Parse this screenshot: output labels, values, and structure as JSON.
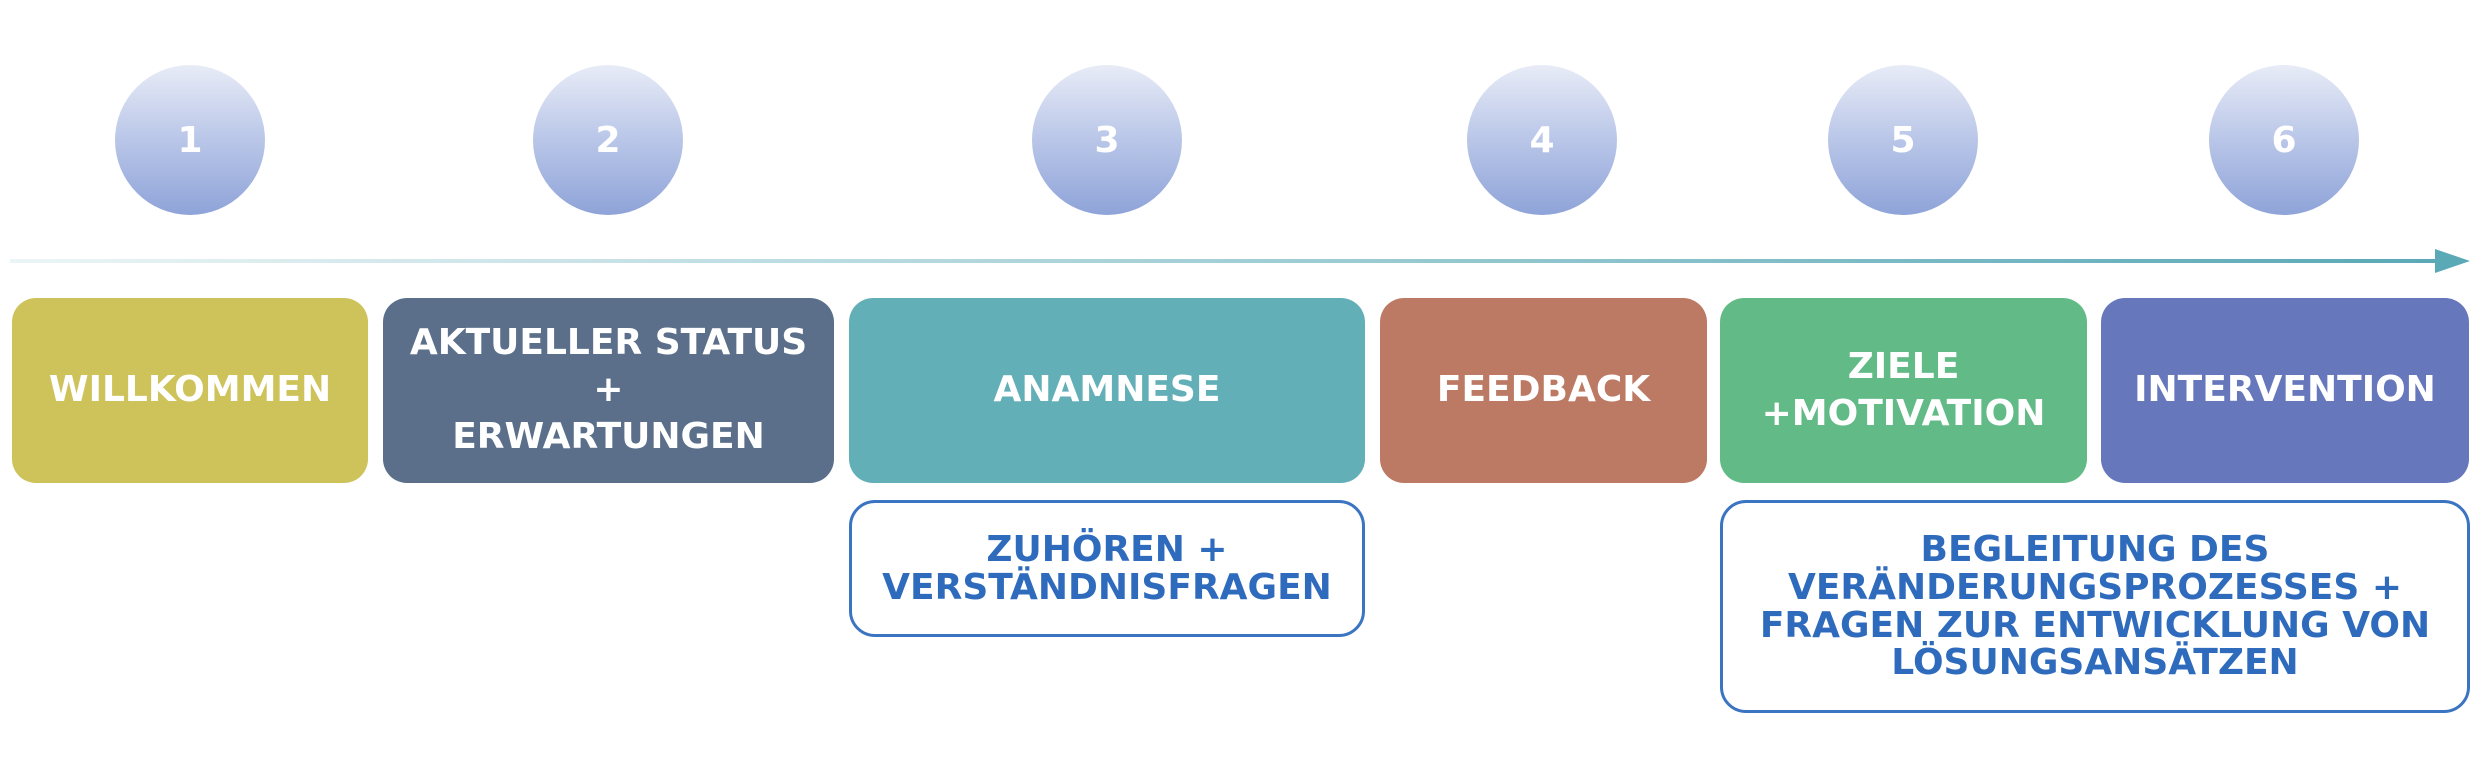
{
  "steps": [
    {
      "number": "1",
      "label": "WILLKOMMEN",
      "color": "#cec25a"
    },
    {
      "number": "2",
      "label_line1": "AKTUELLER STATUS",
      "label_line2": "+",
      "label_line3": "ERWARTUNGEN",
      "color": "#5b6f8a"
    },
    {
      "number": "3",
      "label": "ANAMNESE",
      "color": "#63afb8"
    },
    {
      "number": "4",
      "label": "FEEDBACK",
      "color": "#bc7963"
    },
    {
      "number": "5",
      "label_line1": "ZIELE",
      "label_line2": "+MOTIVATION",
      "color": "#62bb87"
    },
    {
      "number": "6",
      "label": "INTERVENTION",
      "color": "#6678bb"
    }
  ],
  "notes": {
    "anamnese": {
      "line1": "ZUHÖREN +",
      "line2": "VERSTÄNDNISFRAGEN"
    },
    "intervention": {
      "line1": "BEGLEITUNG DES",
      "line2": "VERÄNDERUNGSPROZESSES +",
      "line3": "FRAGEN ZUR ENTWICKLUNG VON",
      "line4": "LÖSUNGSANSÄTZEN"
    }
  },
  "colors": {
    "arrow": "#5aa9b6",
    "note_border": "#3b74c0",
    "note_text": "#2f6bbd"
  }
}
